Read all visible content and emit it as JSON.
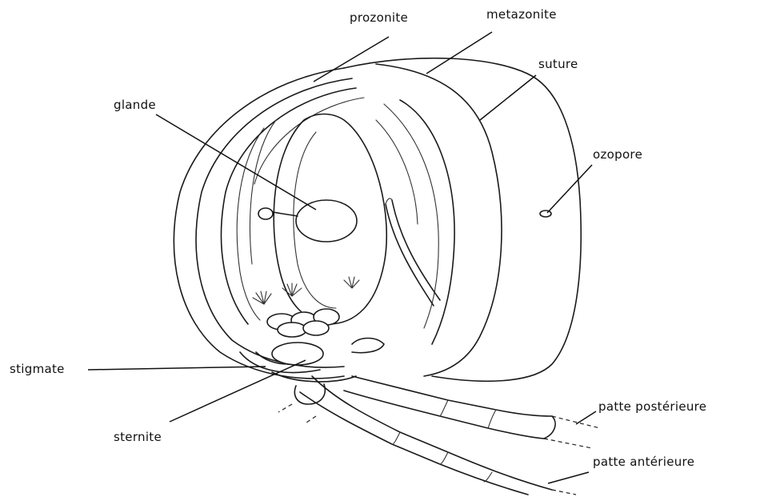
{
  "labels": {
    "prozonite": "prozonite",
    "metazonite": "metazonite",
    "suture": "suture",
    "glande": "glande",
    "ozopore": "ozopore",
    "stigmate": "stigmate",
    "sternite": "sternite",
    "patte_posterieure": "patte postérieure",
    "patte_anterieure": "patte antérieure"
  }
}
